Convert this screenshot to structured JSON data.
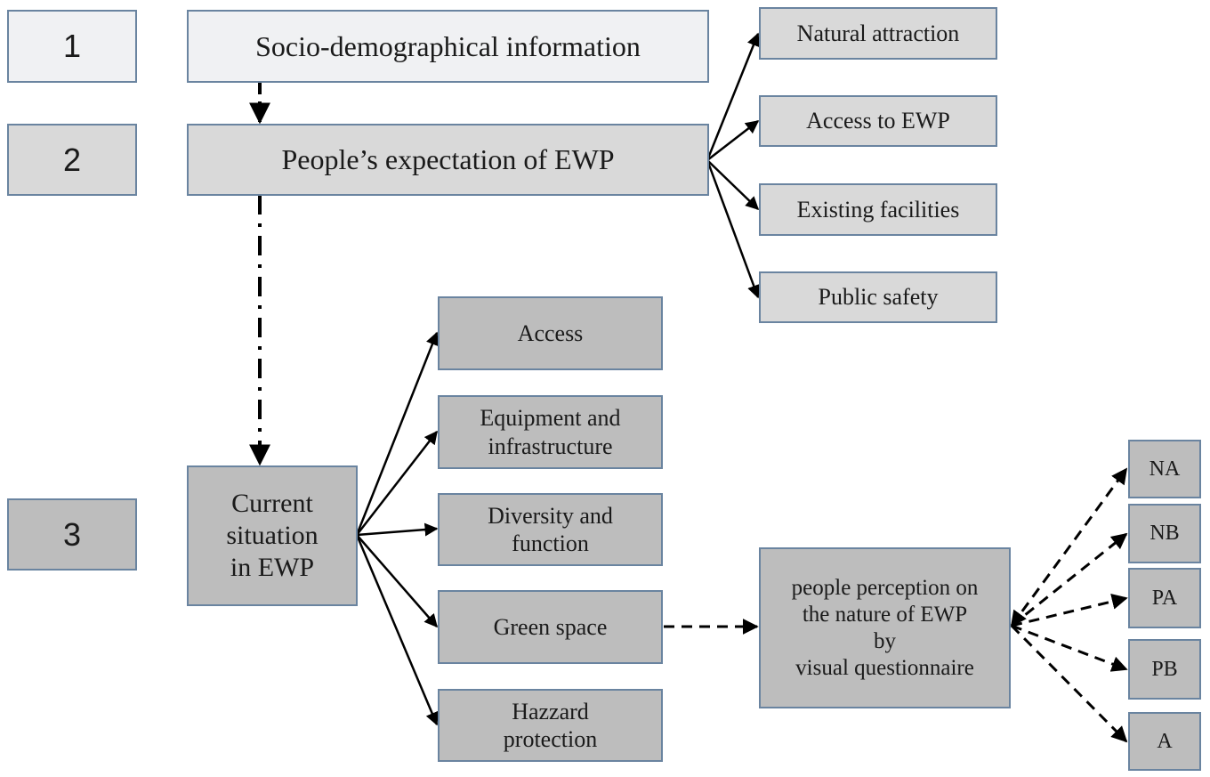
{
  "steps": [
    {
      "number": "1",
      "label": "Socio-demographical information"
    },
    {
      "number": "2",
      "label": "People’s expectation of EWP"
    },
    {
      "number": "3",
      "label": "Current situation\nin EWP"
    }
  ],
  "expectation_factors": [
    "Natural attraction",
    "Access to EWP",
    "Existing facilities",
    "Public safety"
  ],
  "current_situation_factors": [
    "Access",
    "Equipment and\ninfrastructure",
    "Diversity and\nfunction",
    "Green space",
    "Hazzard\nprotection"
  ],
  "perception": {
    "label": "people perception on\nthe nature of EWP\nby\nvisual questionnaire"
  },
  "perception_categories": [
    "NA",
    "NB",
    "PA",
    "PB",
    "A"
  ],
  "colors": {
    "border": "#6a84a0",
    "light_fill": "#f0f1f3",
    "mid_fill": "#d9d9d9",
    "dark_fill": "#bdbdbd",
    "arrow": "#000000"
  }
}
